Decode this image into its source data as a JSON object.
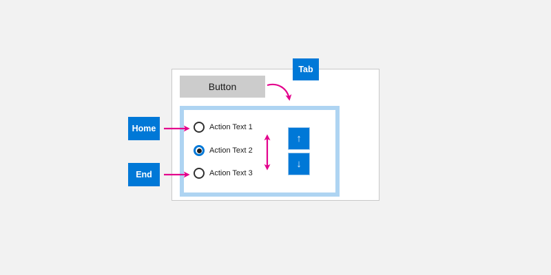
{
  "colors": {
    "background": "#f2f2f2",
    "panel_bg": "#ffffff",
    "panel_border": "#c8c8c8",
    "button_fill": "#cccccc",
    "accent_blue": "#0078d7",
    "focus_frame": "#aed4f2",
    "arrow_magenta": "#e3008c",
    "text_dark": "#1a1a1a",
    "radio_ring": "#2e2e2e",
    "radio_dot": "#1f1f1f",
    "spin_border": "#a7cdec",
    "spin_glyph": "#e4f1fa"
  },
  "keys": {
    "tab_label": "Tab",
    "home_label": "Home",
    "end_label": "End"
  },
  "panel": {
    "button_label": "Button"
  },
  "radio_group": {
    "items": [
      {
        "label": "Action Text 1",
        "selected": false
      },
      {
        "label": "Action Text 2",
        "selected": true
      },
      {
        "label": "Action Text 3",
        "selected": false
      }
    ]
  },
  "spin_buttons": {
    "up_glyph": "↑",
    "down_glyph": "↓"
  }
}
